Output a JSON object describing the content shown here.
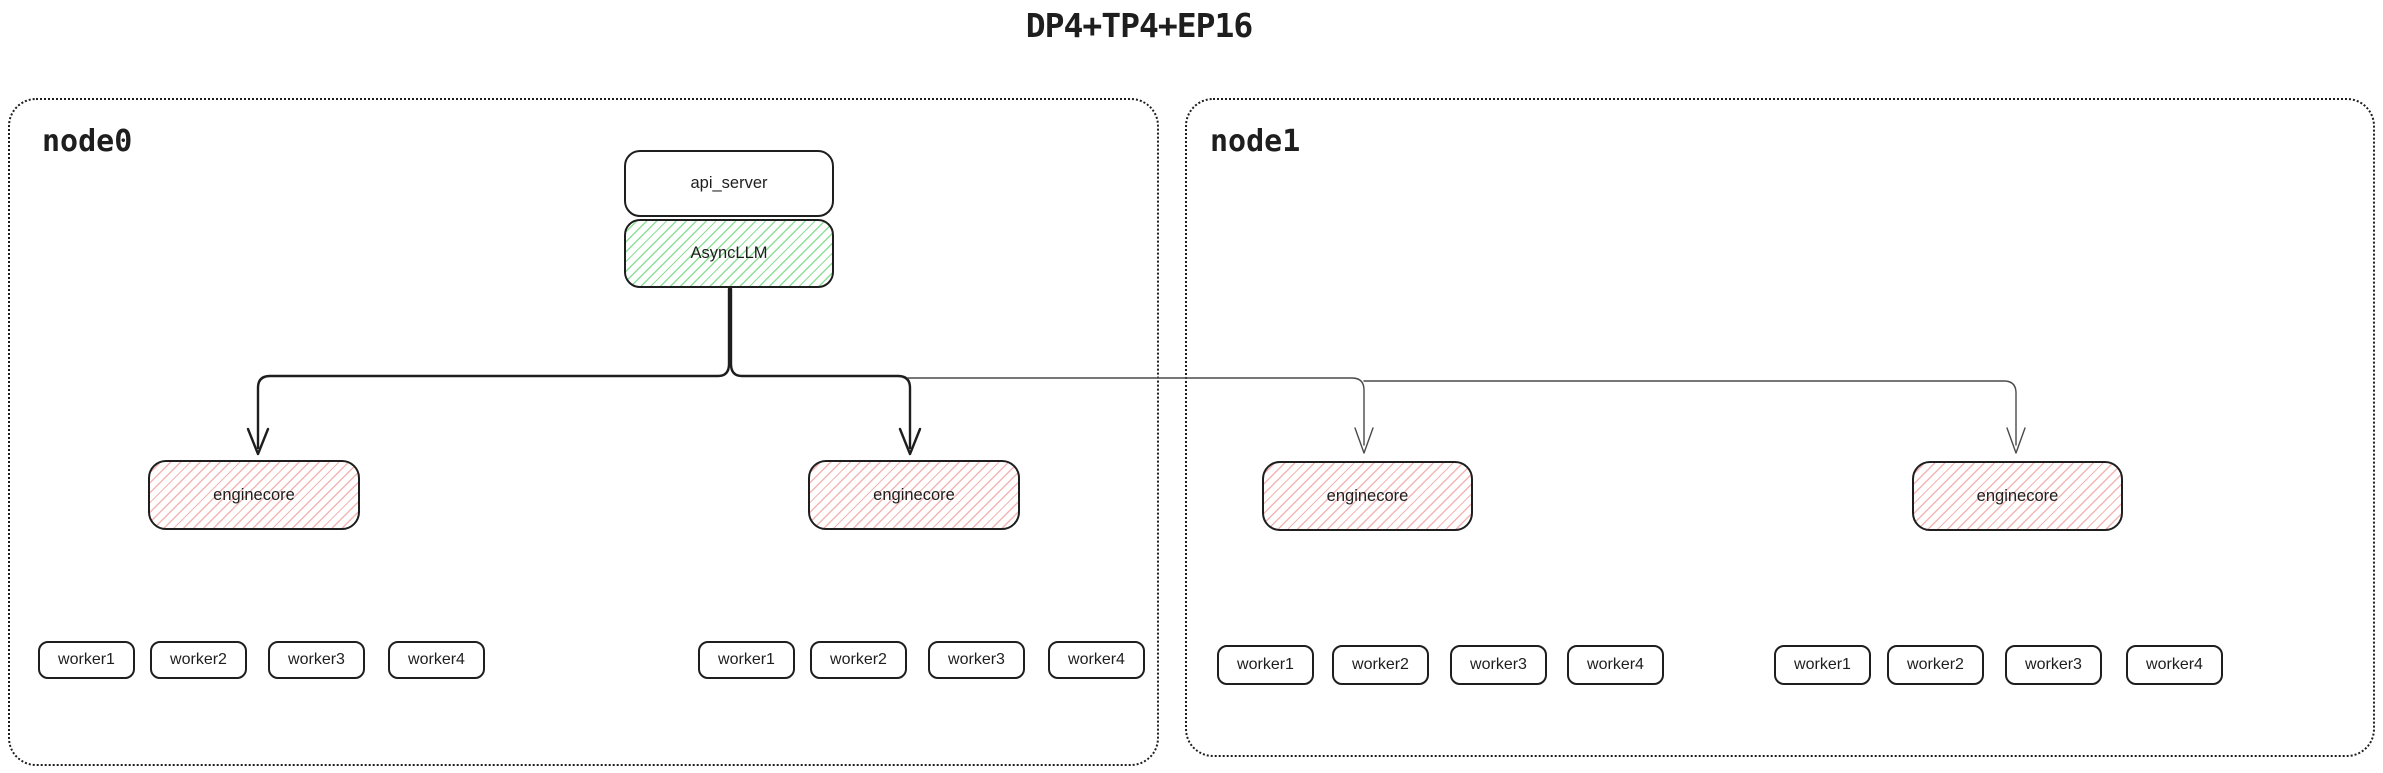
{
  "title": "DP4+TP4+EP16",
  "colors": {
    "line_dark": "#1e1e1e",
    "line_light": "#4a4a4a",
    "hatch_green": "#8ddf98",
    "hatch_red": "#f3b5b3",
    "border": "#1e1e1e",
    "background": "#ffffff"
  },
  "nodes": [
    {
      "label": "node0",
      "stack": {
        "api_server": "api_server",
        "async_llm": "AsyncLLM"
      },
      "engines": [
        {
          "label": "enginecore",
          "workers": [
            "worker1",
            "worker2",
            "worker3",
            "worker4"
          ]
        },
        {
          "label": "enginecore",
          "workers": [
            "worker1",
            "worker2",
            "worker3",
            "worker4"
          ]
        }
      ]
    },
    {
      "label": "node1",
      "engines": [
        {
          "label": "enginecore",
          "workers": [
            "worker1",
            "worker2",
            "worker3",
            "worker4"
          ]
        },
        {
          "label": "enginecore",
          "workers": [
            "worker1",
            "worker2",
            "worker3",
            "worker4"
          ]
        }
      ]
    }
  ]
}
